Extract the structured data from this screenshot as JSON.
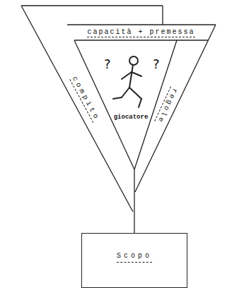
{
  "diagram": {
    "nodes": [
      {
        "text": [
          "capacità + premessa"
        ]
      },
      {
        "text": [
          "compito"
        ]
      },
      {
        "text": [
          "giocatore"
        ]
      },
      {
        "text": [
          "regole"
        ]
      },
      {
        "text": [
          "Scopo"
        ]
      }
    ],
    "edges": [
      {
        "from": 2,
        "to": 4,
        "arrow": "none"
      }
    ],
    "labels": [
      "?",
      "?"
    ]
  }
}
